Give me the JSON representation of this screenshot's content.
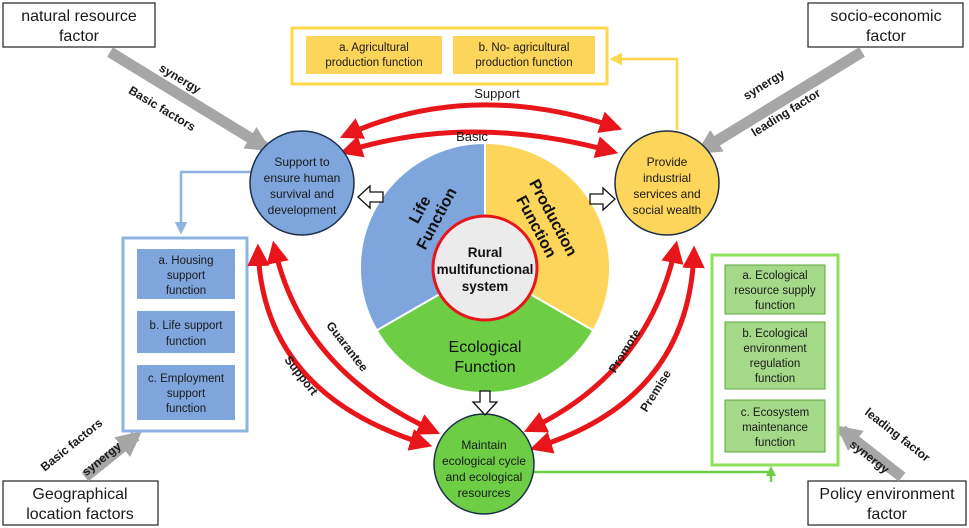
{
  "corner_boxes": {
    "natural": [
      "natural resource",
      "factor"
    ],
    "socio": [
      "socio-economic",
      "factor"
    ],
    "geo": [
      "Geographical",
      "location factors"
    ],
    "policy": [
      "Policy environment",
      "factor"
    ]
  },
  "arrow_labels": {
    "nr_synergy": "synergy",
    "nr_basic": "Basic factors",
    "se_synergy": "synergy",
    "se_leading": "leading factor",
    "geo_basic": "Basic factors",
    "geo_synergy": "synergy",
    "pol_leading": "leading factor",
    "pol_synergy": "synergy"
  },
  "relations": {
    "support_top": "Support",
    "basic": "Basic",
    "guarantee": "Guarantee",
    "support_left": "Support",
    "promote": "Promote",
    "premise": "Premise"
  },
  "circles": {
    "life": [
      "Support to",
      "ensure human",
      "survival and",
      "development"
    ],
    "production": [
      "Provide",
      "industrial",
      "services and",
      "social wealth"
    ],
    "ecological": [
      "Maintain",
      "ecological cycle",
      "and ecological",
      "resources"
    ]
  },
  "center": {
    "core": [
      "Rural",
      "multifunctional",
      "system"
    ],
    "life": [
      "Life",
      "Function"
    ],
    "production": [
      "Production",
      "Function"
    ],
    "ecological": [
      "Ecological",
      "Function"
    ]
  },
  "production_items": [
    [
      "a. Agricultural",
      "production function"
    ],
    [
      "b. No- agricultural",
      "production function"
    ]
  ],
  "life_items": [
    [
      "a. Housing",
      "support",
      "function"
    ],
    [
      "b. Life support",
      "function"
    ],
    [
      "c. Employment",
      "support",
      "function"
    ]
  ],
  "eco_items": [
    [
      "a. Ecological",
      "resource supply",
      "function"
    ],
    [
      "b. Ecological",
      "environment",
      "regulation",
      "function"
    ],
    [
      "c. Ecosystem",
      "maintenance",
      "function"
    ]
  ],
  "colors": {
    "life": "#7ea6dc",
    "production": "#fdd55a",
    "ecological": "#6dcd45",
    "red": "#e8161b",
    "gray": "#a6a6a6",
    "blue_frame": "#8db3e2",
    "yellow_frame": "#ffd84a",
    "green_frame": "#8de05a"
  }
}
